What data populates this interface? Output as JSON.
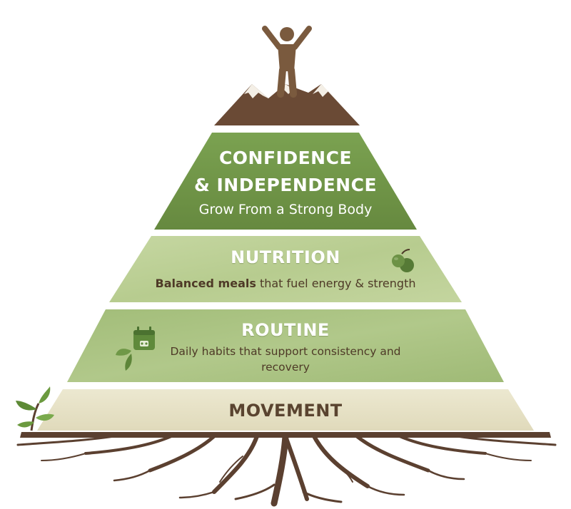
{
  "pyramid": {
    "top": {
      "title_line1": "CONFIDENCE",
      "title_line2": "& INDEPENDENCE",
      "subtitle": "Grow From a Strong Body",
      "icon": "person-on-mountain-icon"
    },
    "tier2": {
      "title": "NUTRITION",
      "subtitle_bold": "Balanced meals",
      "subtitle_rest": " that fuel energy & strength",
      "icon": "apple-icon"
    },
    "tier3": {
      "title": "ROUTINE",
      "subtitle": "Daily habits that support consistency and recovery",
      "icon": "calendar-leaf-icon"
    },
    "base": {
      "title": "MOVEMENT",
      "icon": "sprout-icon",
      "roots_icon": "roots-icon"
    }
  },
  "colors": {
    "top_tier": "#6f9447",
    "nutrition_tier": "#bccf96",
    "routine_tier": "#a6c07f",
    "movement_tier": "#e7e2c5",
    "soil": "#5b4030",
    "mountain": "#6a4a35"
  }
}
